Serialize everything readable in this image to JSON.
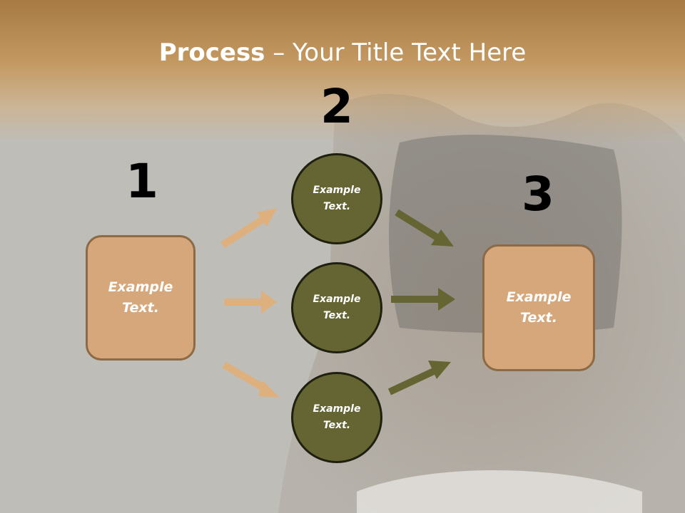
{
  "title": {
    "bold": "Process",
    "rest": " – Your Title Text Here"
  },
  "steps": [
    {
      "number": "1"
    },
    {
      "number": "2"
    },
    {
      "number": "3"
    }
  ],
  "boxes": [
    {
      "label": "Example\nText."
    },
    {
      "label": "Example\nText."
    }
  ],
  "circles": [
    {
      "label": "Example\nText."
    },
    {
      "label": "Example\nText."
    },
    {
      "label": "Example\nText."
    }
  ],
  "colors": {
    "box_fill": "#d6a77a",
    "box_border": "#8b6a45",
    "circle_fill": "#656533",
    "arrow_left": "#ddb07e",
    "arrow_right": "#656533",
    "title_band": "#c49a62"
  }
}
